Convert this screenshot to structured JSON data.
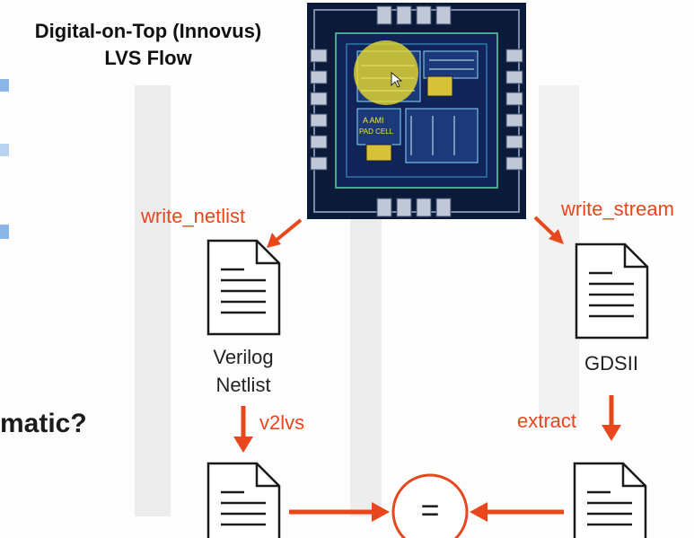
{
  "title": {
    "line1": "Digital-on-Top (Innovus)",
    "line2": "LVS Flow"
  },
  "left_fragment": "matic?",
  "steps": {
    "write_netlist": "write_netlist",
    "write_stream": "write_stream",
    "v2lvs": "v2lvs",
    "extract": "extract"
  },
  "files": {
    "verilog_line1": "Verilog",
    "verilog_line2": "Netlist",
    "gds": "GDSII"
  },
  "compare_symbol": "=",
  "chip_labels": [
    "A AMI",
    "PAD CELL"
  ],
  "colors": {
    "accent": "#e8471b",
    "chip_bg": "#0c1a3a",
    "highlight": "#f5e62a"
  }
}
